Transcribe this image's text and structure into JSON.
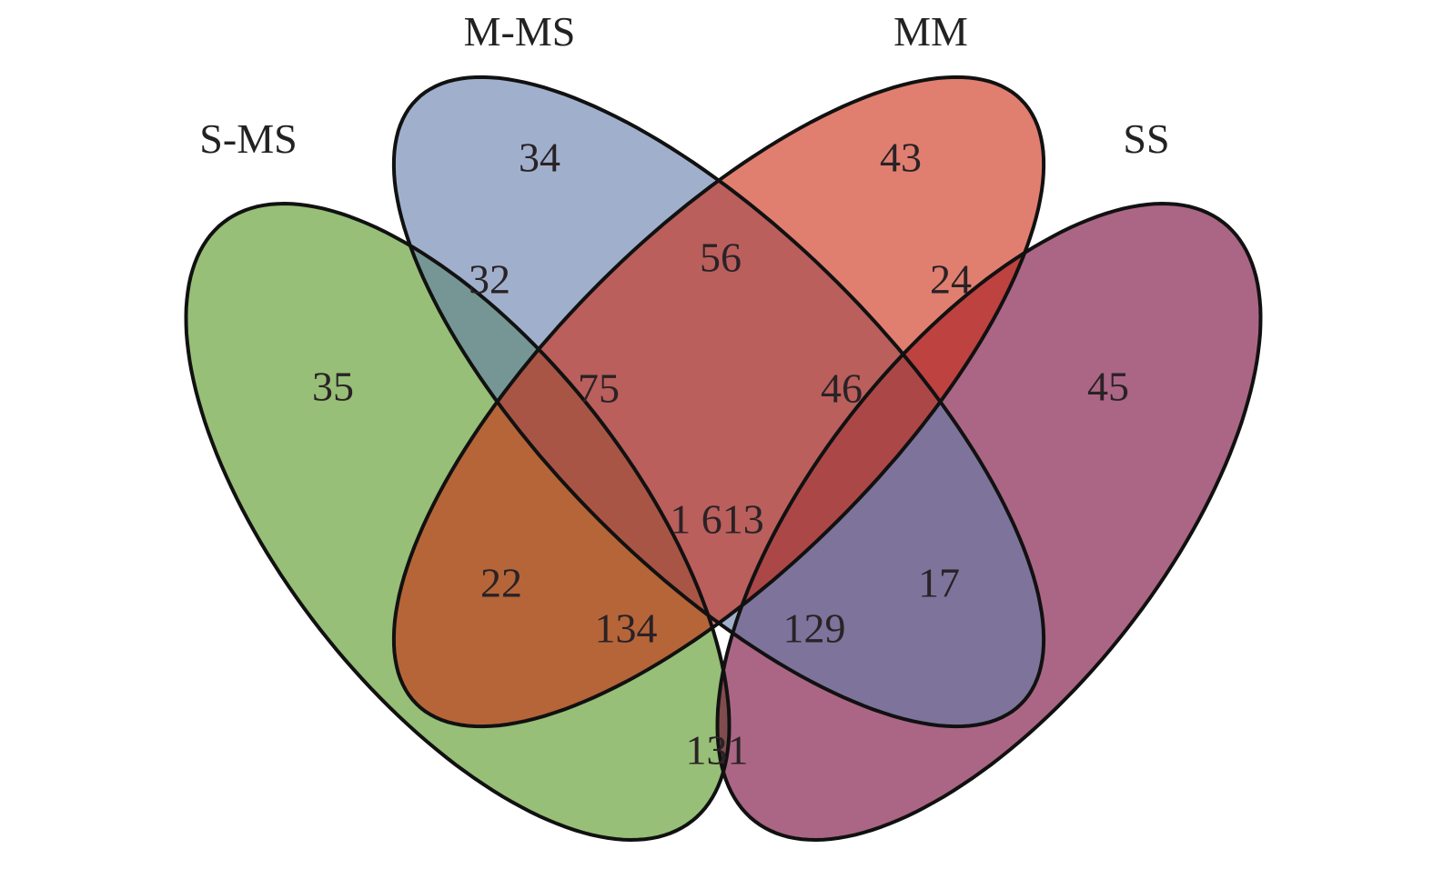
{
  "chart_data": {
    "type": "venn",
    "sets": [
      {
        "name": "S-MS",
        "color": "#51941c"
      },
      {
        "name": "M-MS",
        "color": "#617caa"
      },
      {
        "name": "MM",
        "color": "#cb2a11"
      },
      {
        "name": "SS",
        "color": "#730034"
      }
    ],
    "regions": {
      "S-MS_only": "35",
      "M-MS_only": "34",
      "MM_only": "43",
      "SS_only": "45",
      "S-MS_M-MS": "32",
      "M-MS_MM": "56",
      "MM_SS": "24",
      "S-MS_M-MS_MM": "75",
      "M-MS_MM_SS": "46",
      "S-MS_MM": "22",
      "M-MS_SS": "17",
      "all": "1 613",
      "S-MS_MM_SS": "134",
      "S-MS_M-MS_SS": "129",
      "S-MS_SS": "131"
    }
  }
}
